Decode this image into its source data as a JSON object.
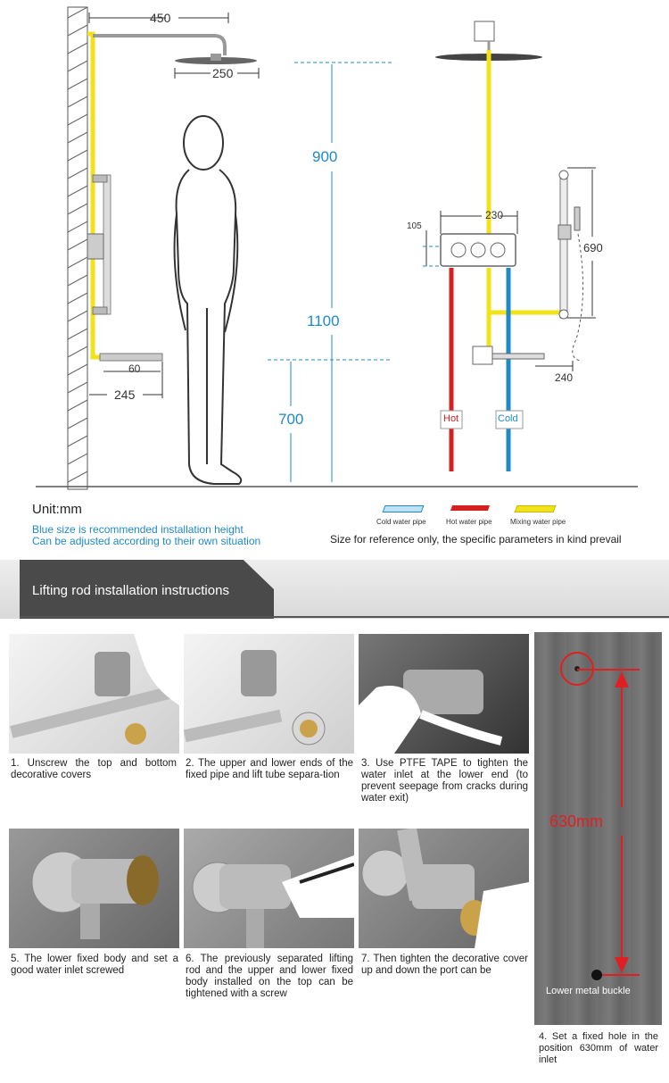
{
  "diagram": {
    "dims": {
      "d450": "450",
      "d250": "250",
      "d900": "900",
      "d1100": "1100",
      "d700": "700",
      "d60": "60",
      "d245": "245",
      "d230": "230",
      "d105": "105",
      "d690": "690",
      "d240": "240"
    },
    "pipe_labels": {
      "hot": "Hot",
      "cold": "Cold"
    },
    "unit": "Unit:mm",
    "note_line1": "Blue size is recommended installation height",
    "note_line2": "Can be adjusted according to their own situation",
    "legend": {
      "cold": "Cold water pipe",
      "hot": "Hot water pipe",
      "mix": "Mixing water pipe"
    },
    "reference_note": "Size for reference only, the specific parameters in kind prevail",
    "colors": {
      "cold": "#1e8ac8",
      "hot": "#d42020",
      "mix": "#f2e21a",
      "dim_blue": "#1e8ac8"
    }
  },
  "banner": {
    "title": "Lifting rod installation instructions"
  },
  "steps": [
    {
      "caption": "1. Unscrew the top and bottom decorative covers"
    },
    {
      "caption": "2. The upper and lower ends of the fixed pipe and lift tube separa-tion"
    },
    {
      "caption": "3. Use PTFE TAPE to tighten the water inlet at the lower end (to prevent seepage from cracks during water exit)"
    },
    {
      "caption": "5. The lower fixed body and set a good water inlet screwed"
    },
    {
      "caption": "6. The previously separated lifting rod and the upper and lower fixed body installed on the top can be tightened with a screw"
    },
    {
      "caption": "7. Then tighten the decorative cover up and down the port can be"
    }
  ],
  "wall_panel": {
    "distance": "630mm",
    "buckle_label": "Lower metal buckle",
    "caption": "4. Set a fixed hole in the position 630mm of water inlet"
  }
}
